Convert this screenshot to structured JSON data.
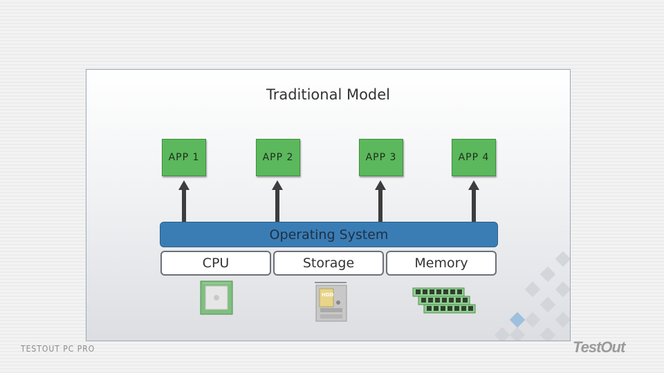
{
  "diagram": {
    "title": "Traditional Model",
    "apps": [
      "APP 1",
      "APP 2",
      "APP 3",
      "APP 4"
    ],
    "os_label": "Operating System",
    "hardware": [
      {
        "label": "CPU",
        "icon": "cpu-chip-icon"
      },
      {
        "label": "Storage",
        "icon": "hdd-icon"
      },
      {
        "label": "Memory",
        "icon": "ram-modules-icon"
      }
    ],
    "hdd_badge": "HDD"
  },
  "footer": {
    "left_text": "TESTOUT PC PRO",
    "logo_text": "TestOut"
  },
  "colors": {
    "app_green": "#5cb85c",
    "os_blue": "#3a7db5",
    "arrow_dark": "#3d3d3d"
  }
}
